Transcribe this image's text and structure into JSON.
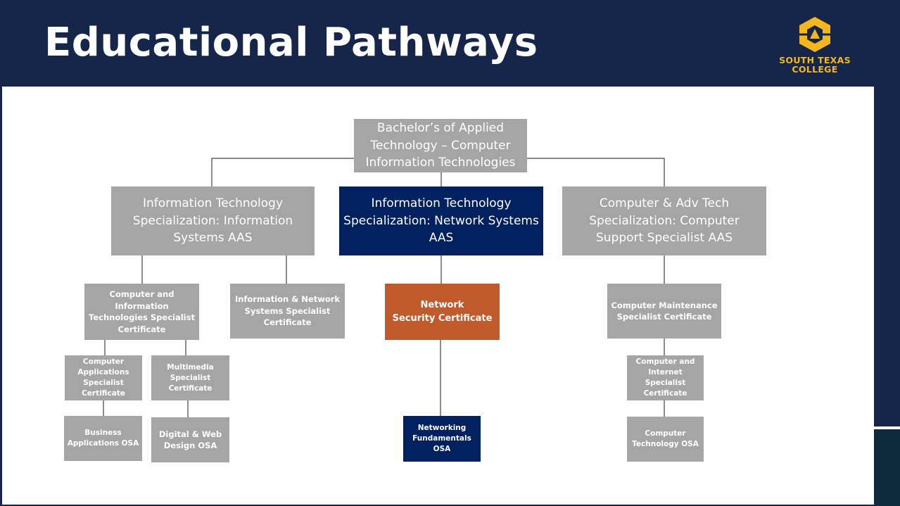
{
  "slide": {
    "title": "Educational Pathways",
    "logo": {
      "name": "south-texas-college-logo",
      "text_line1": "SOUTH TEXAS",
      "text_line2": "COLLEGE",
      "color": "#f5b71b"
    }
  },
  "colors": {
    "header": "#15264a",
    "gray_box": "#a5a5a5",
    "navy_box": "#002060",
    "orange_box": "#c05a2b"
  },
  "diagram": {
    "root": "Bachelor’s of Applied\nTechnology – Computer\nInformation Technologies",
    "aas_info_systems": "Information Technology\nSpecialization: Information\nSystems AAS",
    "aas_network_systems": "Information Technology\nSpecialization: Network Systems\nAAS",
    "aas_computer_support": "Computer & Adv Tech\nSpecialization: Computer\nSupport Specialist AAS",
    "cert_cit_specialist": "Computer and\nInformation\nTechnologies Specialist\nCertificate",
    "cert_info_network": "Information & Network\nSystems Specialist\nCertificate",
    "cert_network_security": "Network\nSecurity  Certificate",
    "cert_computer_maintenance": "Computer Maintenance\nSpecialist Certificate",
    "cert_computer_applications": "Computer\nApplications\nSpecialist\nCertificate",
    "cert_multimedia": "Multimedia\nSpecialist\nCertificate",
    "cert_computer_internet": "Computer and\nInternet\nSpecialist\nCertificate",
    "osa_business_applications": "Business\nApplications OSA",
    "osa_digital_web": "Digital & Web\nDesign OSA",
    "osa_networking_fundamentals": "Networking\nFundamentals\nOSA",
    "osa_computer_technology": "Computer\nTechnology OSA"
  }
}
